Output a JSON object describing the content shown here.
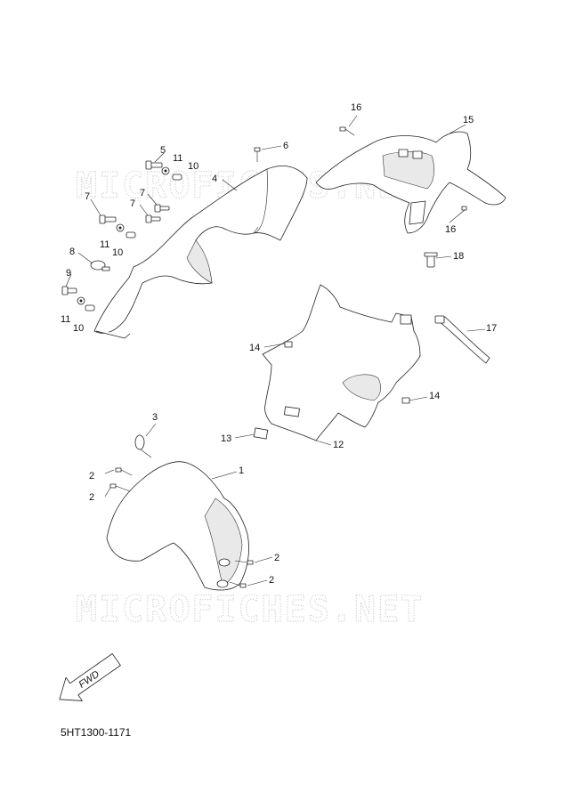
{
  "diagram": {
    "code": "5HT1300-1171",
    "arrow_label": "FWD",
    "watermark": "MICROFICHES.NET",
    "callouts": {
      "n1": "1",
      "n2a": "2",
      "n2b": "2",
      "n2c": "2",
      "n2d": "2",
      "n3": "3",
      "n4": "4",
      "n5": "5",
      "n6": "6",
      "n7a": "7",
      "n7b": "7",
      "n7c": "7",
      "n8": "8",
      "n9": "9",
      "n10a": "10",
      "n10b": "10",
      "n10c": "10",
      "n11a": "11",
      "n11b": "11",
      "n11c": "11",
      "n12": "12",
      "n13": "13",
      "n14a": "14",
      "n14b": "14",
      "n15": "15",
      "n16a": "16",
      "n16b": "16",
      "n17": "17",
      "n18": "18"
    }
  }
}
